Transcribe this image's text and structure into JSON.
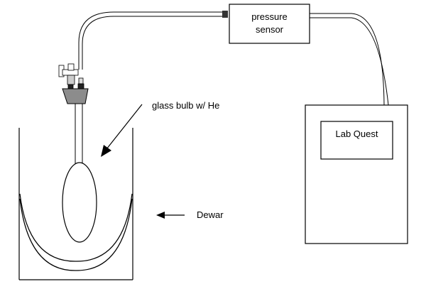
{
  "diagram": {
    "title": "Helium gas thermometer apparatus",
    "labels": {
      "pressure_sensor_line1": "pressure",
      "pressure_sensor_line2": "sensor",
      "lab_quest": "Lab Quest",
      "glass_bulb": "glass bulb w/ He",
      "dewar": "Dewar"
    },
    "colors": {
      "stroke": "#000000",
      "stopper_fill": "#8c8c8c",
      "background": "#ffffff"
    }
  }
}
